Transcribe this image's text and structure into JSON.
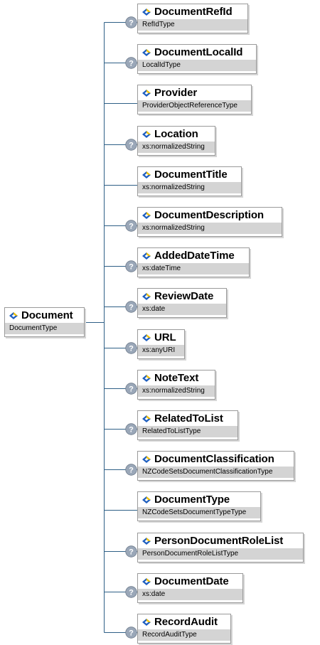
{
  "root": {
    "name": "Document",
    "type": "DocumentType",
    "icon": "element-diamond-icon"
  },
  "children": [
    {
      "name": "DocumentRefId",
      "type": "RefIdType",
      "optional": true
    },
    {
      "name": "DocumentLocalId",
      "type": "LocalIdType",
      "optional": true
    },
    {
      "name": "Provider",
      "type": "ProviderObjectReferenceType",
      "optional": false
    },
    {
      "name": "Location",
      "type": "xs:normalizedString",
      "optional": true
    },
    {
      "name": "DocumentTitle",
      "type": "xs:normalizedString",
      "optional": false
    },
    {
      "name": "DocumentDescription",
      "type": "xs:normalizedString",
      "optional": true
    },
    {
      "name": "AddedDateTime",
      "type": "xs:dateTime",
      "optional": true
    },
    {
      "name": "ReviewDate",
      "type": "xs:date",
      "optional": true
    },
    {
      "name": "URL",
      "type": "xs:anyURI",
      "optional": true
    },
    {
      "name": "NoteText",
      "type": "xs:normalizedString",
      "optional": true
    },
    {
      "name": "RelatedToList",
      "type": "RelatedToListType",
      "optional": true
    },
    {
      "name": "DocumentClassification",
      "type": "NZCodeSetsDocumentClassificationType",
      "optional": true
    },
    {
      "name": "DocumentType",
      "type": "NZCodeSetsDocumentTypeType",
      "optional": false
    },
    {
      "name": "PersonDocumentRoleList",
      "type": "PersonDocumentRoleListType",
      "optional": true
    },
    {
      "name": "DocumentDate",
      "type": "xs:date",
      "optional": true
    },
    {
      "name": "RecordAudit",
      "type": "RecordAuditType",
      "optional": true
    }
  ],
  "colors": {
    "connector": "#2e5f86",
    "icon_blue": "#1f5fbf",
    "icon_yellow": "#f2c200",
    "optional_circle": "#9aa7b8"
  }
}
